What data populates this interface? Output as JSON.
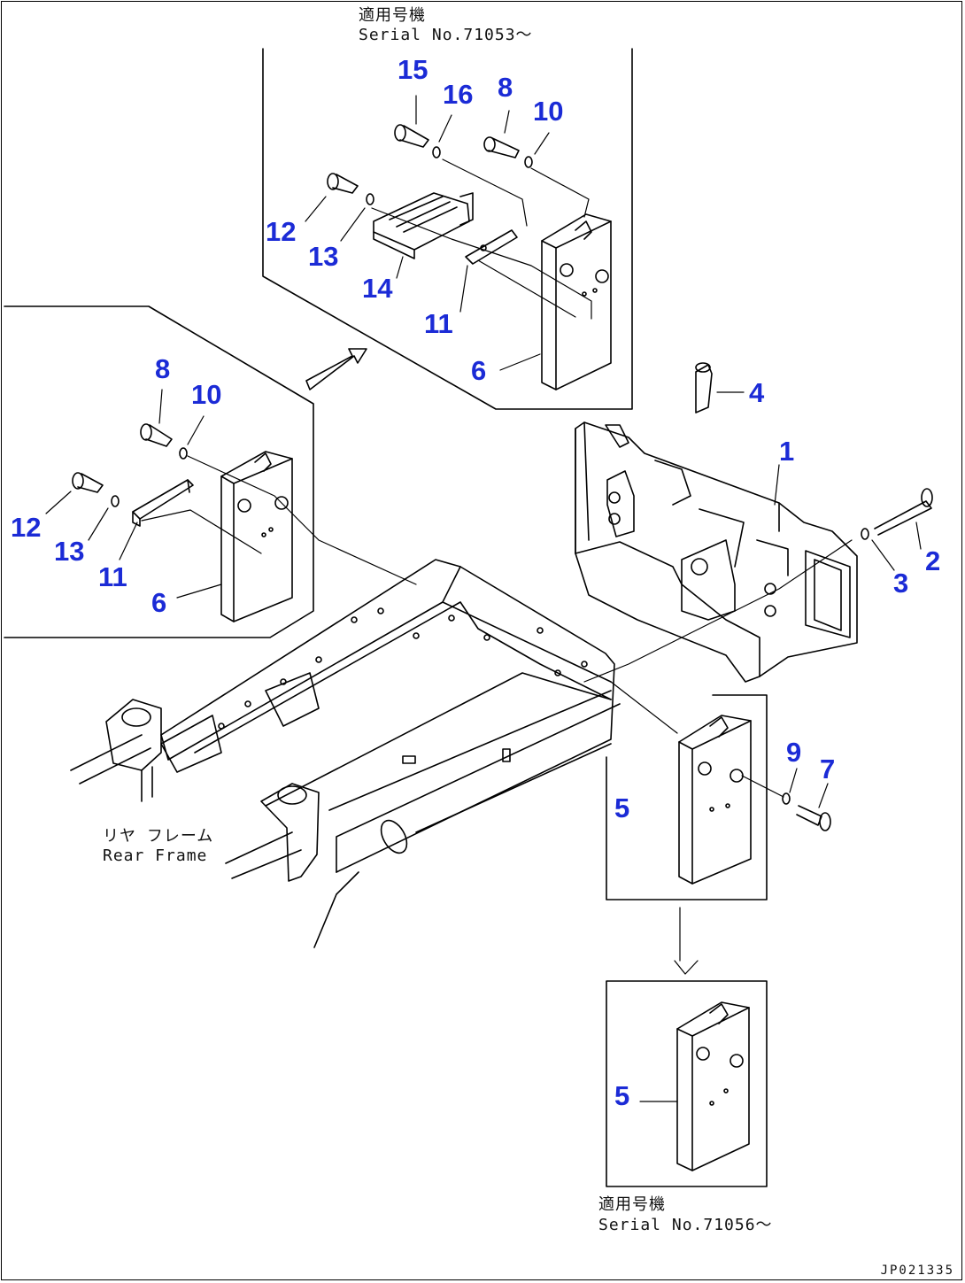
{
  "notes": {
    "top": {
      "line1": "適用号機",
      "line2": "Serial No.71053～"
    },
    "bottom": {
      "line1": "適用号機",
      "line2": "Serial No.71056～"
    },
    "rear_frame": {
      "line1": "リヤ フレーム",
      "line2": "Rear Frame"
    }
  },
  "callouts": {
    "top_15": "15",
    "top_16": "16",
    "top_8": "8",
    "top_10": "10",
    "top_12": "12",
    "top_13": "13",
    "top_14": "14",
    "top_11": "11",
    "top_6": "6",
    "left_8": "8",
    "left_10": "10",
    "left_12": "12",
    "left_13": "13",
    "left_11": "11",
    "left_6": "6",
    "main_4": "4",
    "main_1": "1",
    "main_2": "2",
    "main_3": "3",
    "mid_9": "9",
    "mid_7": "7",
    "mid_5": "5",
    "low_5": "5"
  },
  "doc_id": "JP021335",
  "colors": {
    "callout": "#1b2bd6",
    "line": "#000000"
  }
}
